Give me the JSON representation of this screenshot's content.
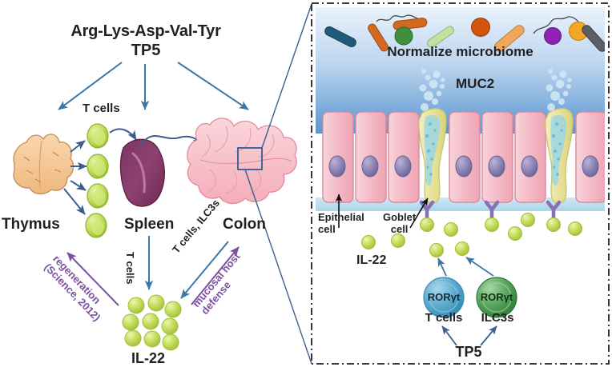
{
  "figure": {
    "title_sequence": "Arg-Lys-Asp-Val-Tyr",
    "title_name": "TP5"
  },
  "left_panel": {
    "organs": [
      {
        "name": "thymus",
        "label": "Thymus"
      },
      {
        "name": "spleen",
        "label": "Spleen"
      },
      {
        "name": "colon",
        "label": "Colon"
      }
    ],
    "labels": {
      "t_cells_top": "T cells",
      "t_cells_down": "T cells",
      "t_cells_ilc3s": "T cells, ILC3s",
      "il22": "IL-22"
    },
    "annotations": {
      "regeneration": "regeneration",
      "regeneration_cite": "(Science, 2012)",
      "mucosal": "mucosal host",
      "mucosal2": "defense"
    },
    "colors": {
      "arrow_blue": "#3b78a8",
      "arrow_navy": "#3a5f8f",
      "purple_text": "#7b4f9d",
      "thymus": "#f4c9a0",
      "spleen": "#8d3d6b",
      "colon": "#f6b8c0",
      "tcell_green": "#b7d84a",
      "zoom_box": "#2f5c96"
    }
  },
  "right_panel": {
    "headings": {
      "microbiome": "Normalize microbiome",
      "muc2": "MUC2"
    },
    "cell_labels": {
      "epithelial_1": "Epithelial",
      "epithelial_2": "cell",
      "goblet_1": "Goblet",
      "goblet_2": "cell"
    },
    "il22_label": "IL-22",
    "cells": [
      {
        "name": "t-cells-rorgt",
        "marker": "RORγt",
        "label": "T cells",
        "color": "#5ba7cc"
      },
      {
        "name": "ilc3s-rorgt",
        "marker": "RORγt",
        "label": "ILC3s",
        "color": "#4e9e58"
      }
    ],
    "tp5_label": "TP5",
    "colors": {
      "lumen_top": "#e8f0fb",
      "lumen_bottom": "#5f9bd5",
      "epithelium_pink": "#f5bcc8",
      "goblet_yellow": "#ece8a8",
      "nucleus_purple": "#8a82b5",
      "receptor_purple": "#8a6fb5",
      "il22_green": "#c2d95a",
      "mucus_blue": "#7ec8e8",
      "border": "#231f20"
    },
    "microbes": [
      {
        "name": "rod-darkblue",
        "color": "#1f5b7a",
        "shape": "rod"
      },
      {
        "name": "rod-orange-1",
        "color": "#d2691e",
        "shape": "rod"
      },
      {
        "name": "rod-orange-2",
        "color": "#d2691e",
        "shape": "rod"
      },
      {
        "name": "coccus-green",
        "color": "#3f8f3f",
        "shape": "circle"
      },
      {
        "name": "rod-lightgreen",
        "color": "#c3e0a0",
        "shape": "rod"
      },
      {
        "name": "coccus-orange-dark",
        "color": "#d2540c",
        "shape": "circle"
      },
      {
        "name": "rod-orange-flagella",
        "color": "#f0a75a",
        "shape": "rod"
      },
      {
        "name": "coccus-purple",
        "color": "#8e22b5",
        "shape": "circle"
      },
      {
        "name": "coccus-orange",
        "color": "#f5a623",
        "shape": "circle"
      },
      {
        "name": "rod-gray",
        "color": "#5b5f64",
        "shape": "rod"
      }
    ]
  }
}
